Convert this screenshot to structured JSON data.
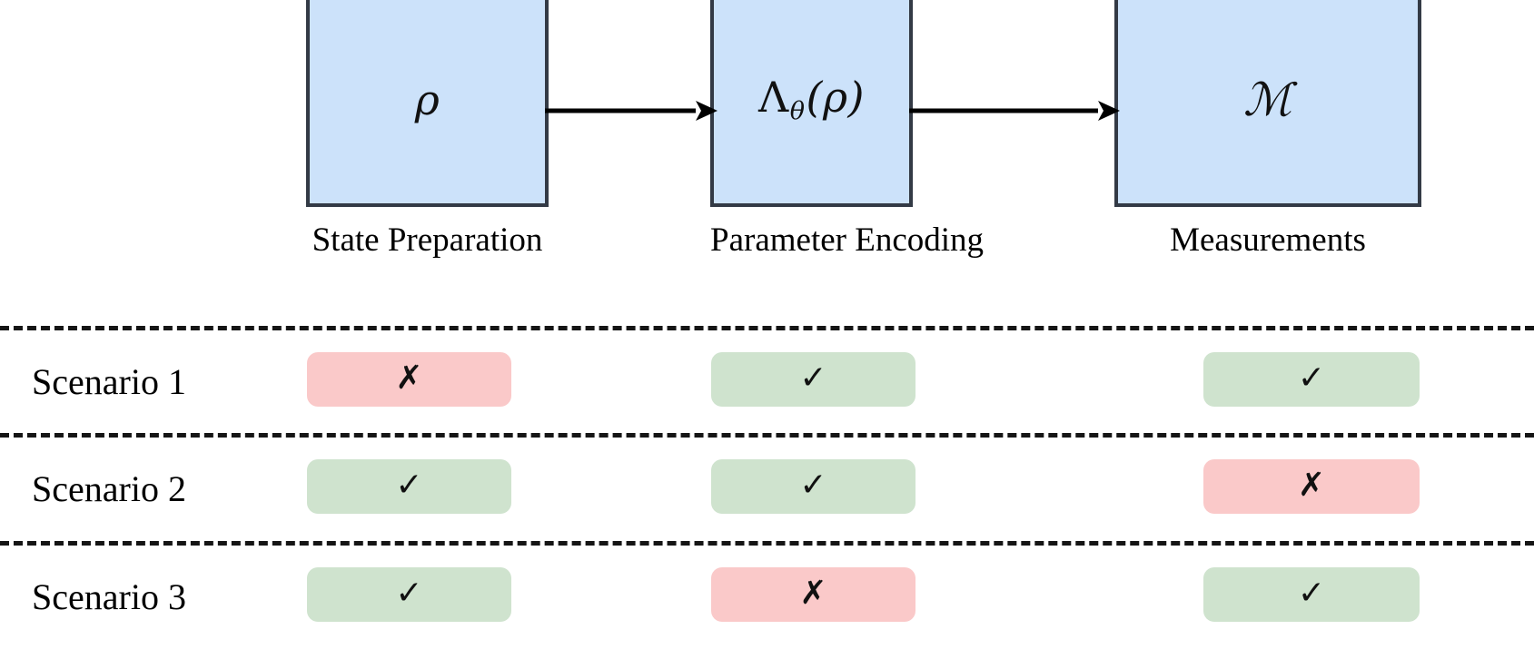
{
  "figure": {
    "pipeline": {
      "stages": [
        {
          "id": "state-preparation",
          "symbol_main": "ρ",
          "symbol_sub": "",
          "symbol_tail": "",
          "label": "State Preparation"
        },
        {
          "id": "parameter-encoding",
          "symbol_main": "Λ",
          "symbol_sub": "θ",
          "symbol_tail": "(ρ)",
          "label": "Parameter Encoding"
        },
        {
          "id": "measurements",
          "symbol_main": "ℳ",
          "symbol_sub": "",
          "symbol_tail": "",
          "label": "Measurements"
        }
      ],
      "arrows": [
        {
          "id": "arrow-state-to-encoding",
          "from": "state-preparation",
          "to": "parameter-encoding"
        },
        {
          "id": "arrow-encoding-to-measurement",
          "from": "parameter-encoding",
          "to": "measurements"
        }
      ],
      "box_fill": "#cce2fa",
      "box_border": "#333a45"
    },
    "table": {
      "column_headers": [
        "State Preparation",
        "Parameter Encoding",
        "Measurements"
      ],
      "pass_glyph": "✓",
      "fail_glyph": "✗",
      "pass_color": "#cfe3ce",
      "fail_color": "#fac9c9",
      "rows": [
        {
          "label": "Scenario 1",
          "cells": [
            {
              "status": "fail",
              "glyph": "✗"
            },
            {
              "status": "pass",
              "glyph": "✓"
            },
            {
              "status": "pass",
              "glyph": "✓"
            }
          ]
        },
        {
          "label": "Scenario 2",
          "cells": [
            {
              "status": "pass",
              "glyph": "✓"
            },
            {
              "status": "pass",
              "glyph": "✓"
            },
            {
              "status": "fail",
              "glyph": "✗"
            }
          ]
        },
        {
          "label": "Scenario 3",
          "cells": [
            {
              "status": "pass",
              "glyph": "✓"
            },
            {
              "status": "fail",
              "glyph": "✗"
            },
            {
              "status": "pass",
              "glyph": "✓"
            }
          ]
        }
      ]
    }
  }
}
